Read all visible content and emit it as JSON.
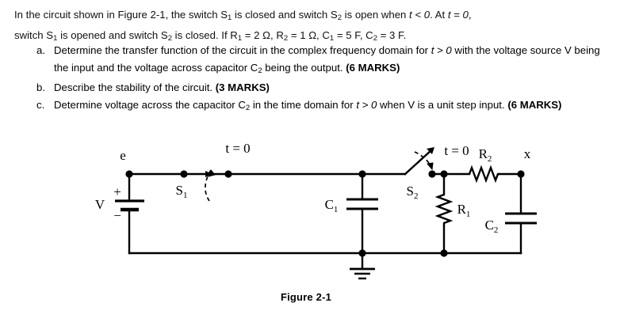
{
  "question": {
    "intro_line1_a": "In the circuit shown in Figure 2-1, the switch S",
    "intro_line1_sub1": "1",
    "intro_line1_b": " is closed and switch S",
    "intro_line1_sub2": "2",
    "intro_line1_c": " is open when ",
    "intro_line1_it1": "t < 0",
    "intro_line1_d": ". At ",
    "intro_line1_it2": "t = 0",
    "intro_line1_e": ",",
    "intro_line2_a": "switch S",
    "intro_line2_sub1": "1",
    "intro_line2_b": " is opened and switch S",
    "intro_line2_sub2": "2",
    "intro_line2_c": " is closed. If R",
    "intro_line2_sub3": "1",
    "intro_line2_d": " = 2 Ω, R",
    "intro_line2_sub4": "2",
    "intro_line2_e": " = 1 Ω, C",
    "intro_line2_sub5": "1",
    "intro_line2_f": " = 5 F, C",
    "intro_line2_sub6": "2",
    "intro_line2_g": " = 3 F.",
    "items": [
      {
        "marker": "a.",
        "text_a": "Determine the transfer function of the circuit in the complex frequency domain for ",
        "it1": "t > 0",
        "text_b": " with the voltage source V being the input and the voltage across capacitor C",
        "sub1": "2",
        "text_c": " being the output. ",
        "marks": "(6 MARKS)"
      },
      {
        "marker": "b.",
        "text_a": "Describe the stability of the circuit. ",
        "it1": "",
        "text_b": "",
        "sub1": "",
        "text_c": "",
        "marks": "(3 MARKS)"
      },
      {
        "marker": "c.",
        "text_a": "Determine voltage across the capacitor C",
        "sub1": "2",
        "text_b": " in the time domain for ",
        "it1": "t > 0",
        "text_c": " when V is a unit step input. ",
        "marks": "(6 MARKS)"
      }
    ]
  },
  "circuit": {
    "caption": "Figure 2-1",
    "labels": {
      "node_e": "e",
      "node_x": "x",
      "source_v": "V",
      "source_plus": "+",
      "source_minus": "−",
      "switch1": "S",
      "switch1_sub": "1",
      "switch1_time": "t = 0",
      "switch2": "S",
      "switch2_sub": "2",
      "switch2_time": "t = 0",
      "cap1": "C",
      "cap1_sub": "1",
      "cap2": "C",
      "cap2_sub": "2",
      "res1": "R",
      "res1_sub": "1",
      "res2": "R",
      "res2_sub": "2"
    },
    "colors": {
      "wire": "#000000",
      "background": "#ffffff"
    }
  }
}
